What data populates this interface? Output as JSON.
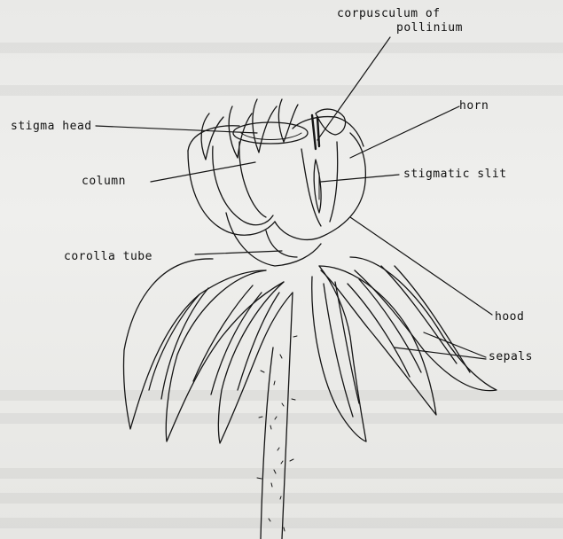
{
  "labels": {
    "corpusculum": "corpusculum of",
    "pollinium": "pollinium",
    "horn": "horn",
    "stigma_head": "stigma head",
    "stigmatic_slit": "stigmatic slit",
    "column": "column",
    "corolla_tube": "corolla tube",
    "hood": "hood",
    "sepals": "sepals"
  }
}
